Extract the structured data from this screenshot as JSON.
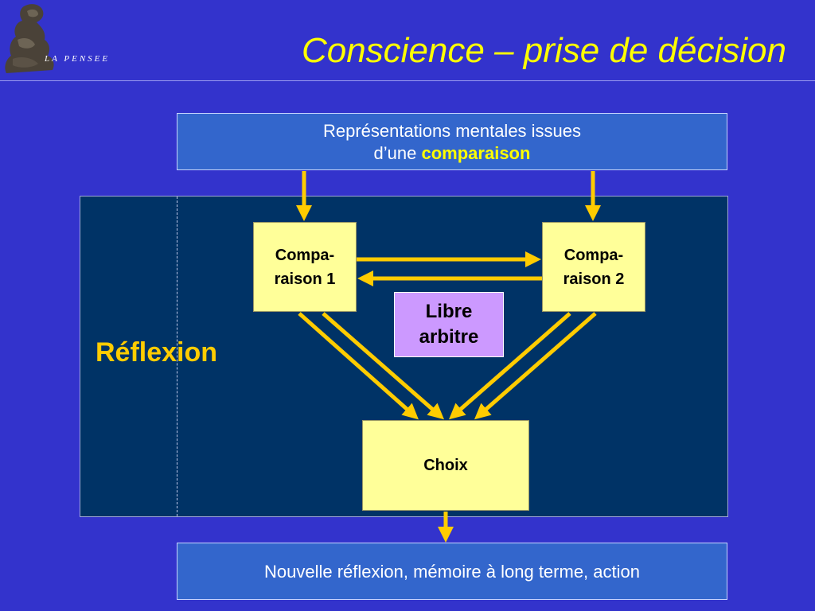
{
  "header": {
    "logo_text": "LA PENSEE",
    "title": "Conscience – prise de décision"
  },
  "top_box": {
    "line1": "Représentations mentales issues",
    "line2_prefix": "d’une ",
    "line2_highlight": "comparaison"
  },
  "panel": {
    "label": "Réflexion"
  },
  "nodes": {
    "comparaison_1": "Compa-\nraison 1",
    "comparaison_2": "Compa-\nraison 2",
    "libre_arbitre": "Libre\narbitre",
    "choix": "Choix"
  },
  "bottom_box": {
    "text": "Nouvelle réflexion, mémoire à long terme, action"
  },
  "colors": {
    "background": "#3333cc",
    "title": "#ffff00",
    "arrow": "#ffcc00",
    "node_fill": "#ffff99",
    "libre_fill": "#cc99ff",
    "panel_fill": "#003366",
    "box_fill": "#3366cc"
  }
}
